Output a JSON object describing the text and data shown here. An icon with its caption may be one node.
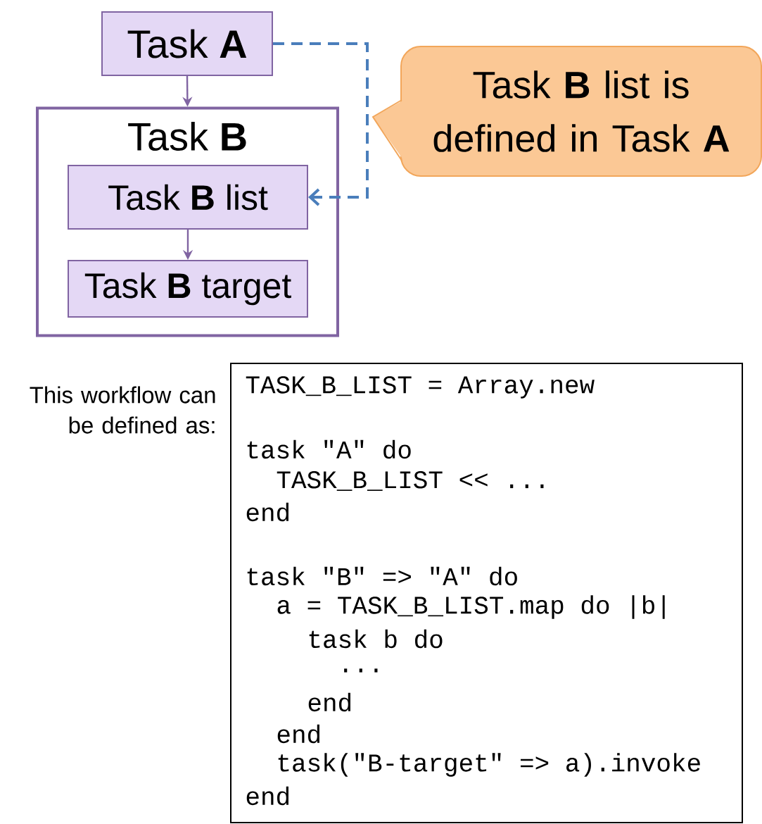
{
  "diagram": {
    "nodes": [
      {
        "text": [
          "Task **A**"
        ]
      },
      {
        "text": [
          "Task **B**"
        ]
      },
      {
        "text": [
          "Task **B** list"
        ],
        "in": 1
      },
      {
        "text": [
          "Task **B** target"
        ],
        "in": 1
      },
      {
        "text": [
          "Task **B** list is defined in Task **A**"
        ]
      },
      {
        "text": [
          "TASK_B_LIST = Array.new",
          "task \"A\" do",
          "TASK_B_LIST << ...",
          "end",
          "task \"B\" => \"A\" do",
          "a = TASK_B_LIST.map do |b|",
          "task b do",
          "...",
          "end",
          "end",
          "task(\"B-target\" => a).invoke",
          "end"
        ]
      }
    ],
    "edges": [
      {
        "from": 0,
        "to": 1,
        "arrow": "to"
      },
      {
        "from": 2,
        "to": 3,
        "arrow": "to"
      },
      {
        "from": 0,
        "to": 2,
        "arrow": "to",
        "style": "dashed",
        "color": "#4a7ebb"
      }
    ],
    "labels": [
      "This workflow can be defined as:"
    ]
  }
}
